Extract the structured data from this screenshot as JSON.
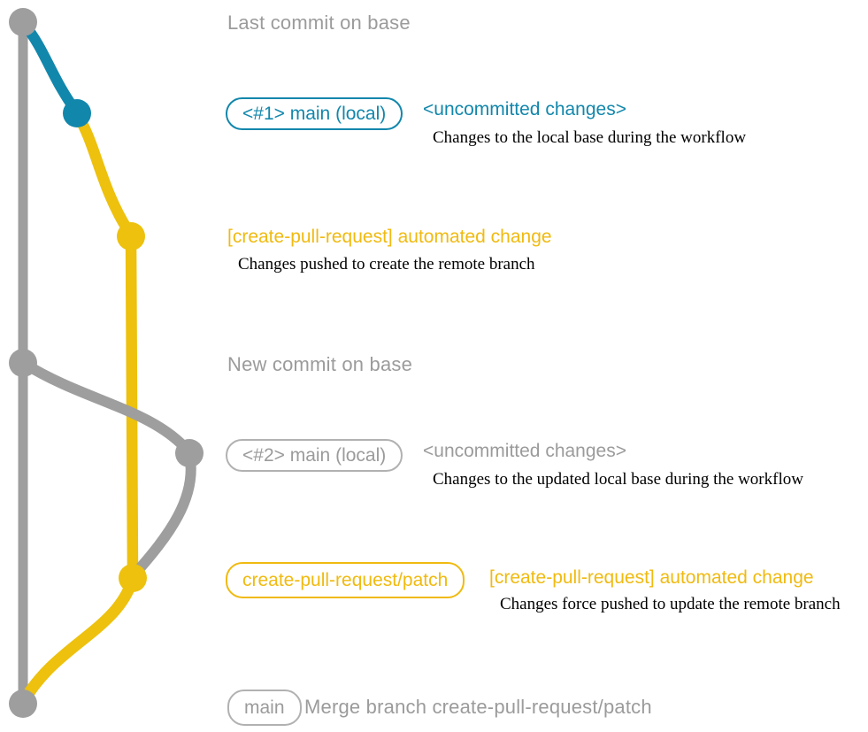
{
  "colors": {
    "background": "#ffffff",
    "base_gray": "#9e9e9e",
    "gray_text": "#9b9b9b",
    "gray_box_border": "#b1b1b1",
    "blue": "#1287ac",
    "yellow": "#edc10d",
    "yellow_text": "#f0ba10",
    "desc_text": "#000000"
  },
  "graph": {
    "branches": [
      {
        "name": "base",
        "color": "#9e9e9e"
      },
      {
        "name": "main (local)",
        "color": "#1287ac"
      },
      {
        "name": "create-pull-request/patch",
        "color": "#edc10d"
      }
    ],
    "commit_count": 7
  },
  "rows": {
    "last_commit": {
      "title": "Last commit on base"
    },
    "main1": {
      "badge": "<#1> main (local)",
      "tag": "<uncommitted changes>",
      "desc": "Changes to the local base during the workflow"
    },
    "cpr1": {
      "tag": "[create-pull-request] automated change",
      "desc": "Changes pushed to create the remote branch"
    },
    "new_commit": {
      "title": "New commit on base"
    },
    "main2": {
      "badge": "<#2> main (local)",
      "tag": "<uncommitted changes>",
      "desc": "Changes to the updated local base during the workflow"
    },
    "patch": {
      "badge": "create-pull-request/patch",
      "tag": "[create-pull-request] automated change",
      "desc": "Changes force pushed to update the remote branch"
    },
    "merge": {
      "badge": "main",
      "title": "Merge branch create-pull-request/patch"
    }
  }
}
